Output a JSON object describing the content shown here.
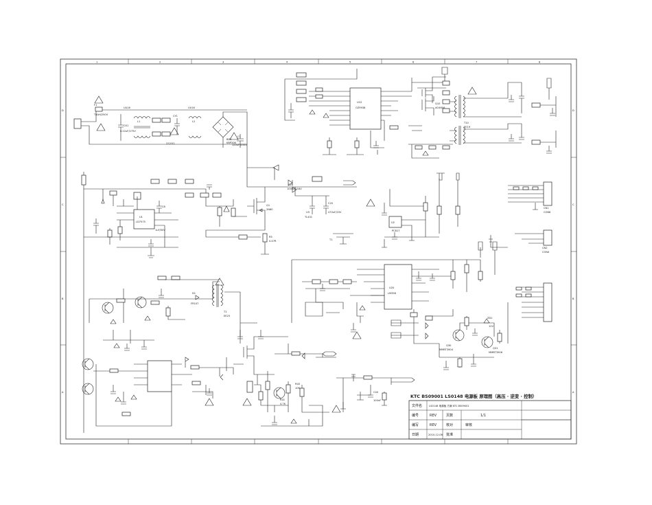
{
  "title_block": {
    "title": "KTC BS09001 LS0148 电源板 原理图（高压 · 逆变 · 控制）",
    "rows": [
      [
        "文件名",
        "LS0148 电源板 方案 KTC BS09001",
        "",
        ""
      ],
      [
        "编号",
        "REV",
        "页数",
        "1/1"
      ],
      [
        "编写",
        "REV",
        "核对",
        "审核"
      ],
      [
        "日期",
        "2010-12-06",
        "批准",
        ""
      ]
    ]
  },
  "grid": {
    "columns": [
      "1",
      "2",
      "3",
      "4",
      "5",
      "6",
      "7",
      "8"
    ],
    "rows": [
      "D",
      "C",
      "B",
      "A"
    ]
  },
  "components": [
    {
      "ref": "F1",
      "val": "T4AH/250V"
    },
    {
      "ref": "CX1",
      "val": "0.22uF/275V"
    },
    {
      "ref": "L1",
      "val": "UU16"
    },
    {
      "ref": "CY1",
      "val": "222/Y1"
    },
    {
      "ref": "L2",
      "val": "UU16"
    },
    {
      "ref": "BD1",
      "val": "KBP206"
    },
    {
      "ref": "C1",
      "val": "120uF/450V"
    },
    {
      "ref": "C8",
      "val": "1uF/50V"
    },
    {
      "ref": "U1",
      "val": "LD7575"
    },
    {
      "ref": "Q1",
      "val": "2N60"
    },
    {
      "ref": "R5",
      "val": "0.47R"
    },
    {
      "ref": "D1",
      "val": "FR107"
    },
    {
      "ref": "T1",
      "val": "EE25"
    },
    {
      "ref": "U2",
      "val": "PC817"
    },
    {
      "ref": "U3",
      "val": "TL431"
    },
    {
      "ref": "C20",
      "val": "470uF/25V"
    },
    {
      "ref": "C21",
      "val": "1000uF/16V"
    },
    {
      "ref": "D20",
      "val": "SR3100"
    },
    {
      "ref": "U10",
      "val": "OZ9938"
    },
    {
      "ref": "Q10",
      "val": "AO4606"
    },
    {
      "ref": "T10",
      "val": "EE19"
    },
    {
      "ref": "CN1",
      "val": "CON6"
    },
    {
      "ref": "CN2",
      "val": "CON4"
    },
    {
      "ref": "Q30",
      "val": "MMBT3904"
    },
    {
      "ref": "Q31",
      "val": "MMBT3906"
    },
    {
      "ref": "R40",
      "val": "10K"
    },
    {
      "ref": "R41",
      "val": "4.7K"
    },
    {
      "ref": "C40",
      "val": "100nF"
    },
    {
      "ref": "ZD1",
      "val": "12V"
    },
    {
      "ref": "U20",
      "val": "LM358"
    }
  ]
}
